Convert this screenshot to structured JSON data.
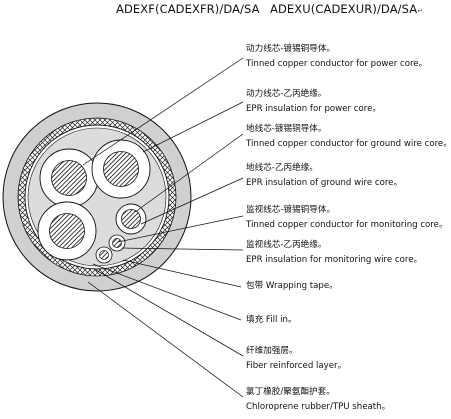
{
  "title": {
    "left": "ADEXF(CADEXFR)/DA/SA",
    "right": "ADEXU(CADEXUR)/DA/SA",
    "return_mark": "↵"
  },
  "labels": [
    {
      "zh": "动力线芯-镀锡铜导体。",
      "en": "Tinned copper conductor for power core。"
    },
    {
      "zh": "动力线芯-乙丙绝缘。",
      "en": "EPR insulation for power core。"
    },
    {
      "zh": "地线芯-镀锡铜导体。",
      "en": "Tinned copper conductor for ground wire core。"
    },
    {
      "zh": "地线芯-乙丙绝缘。",
      "en": "EPR insulation of ground wire core。"
    },
    {
      "zh": "监视线芯-镀锡铜导体。",
      "en": "Tinned copper conductor for monitoring core。"
    },
    {
      "zh": "监视线芯-乙丙绝缘。",
      "en": "EPR insulation for monitoring wire core。"
    },
    {
      "inline": "包带 Wrapping tape。"
    },
    {
      "inline": "填充 Fill in。"
    },
    {
      "zh": "纤维加强层。",
      "en": "Fiber reinforced layer。"
    },
    {
      "zh": "氯丁橡胶/聚氨酯护套。",
      "en": "Chloroprene rubber/TPU sheath。"
    }
  ],
  "colors": {
    "sheath": "#d0d0d0",
    "filler": "#dcdcdc",
    "line": "#111111"
  }
}
